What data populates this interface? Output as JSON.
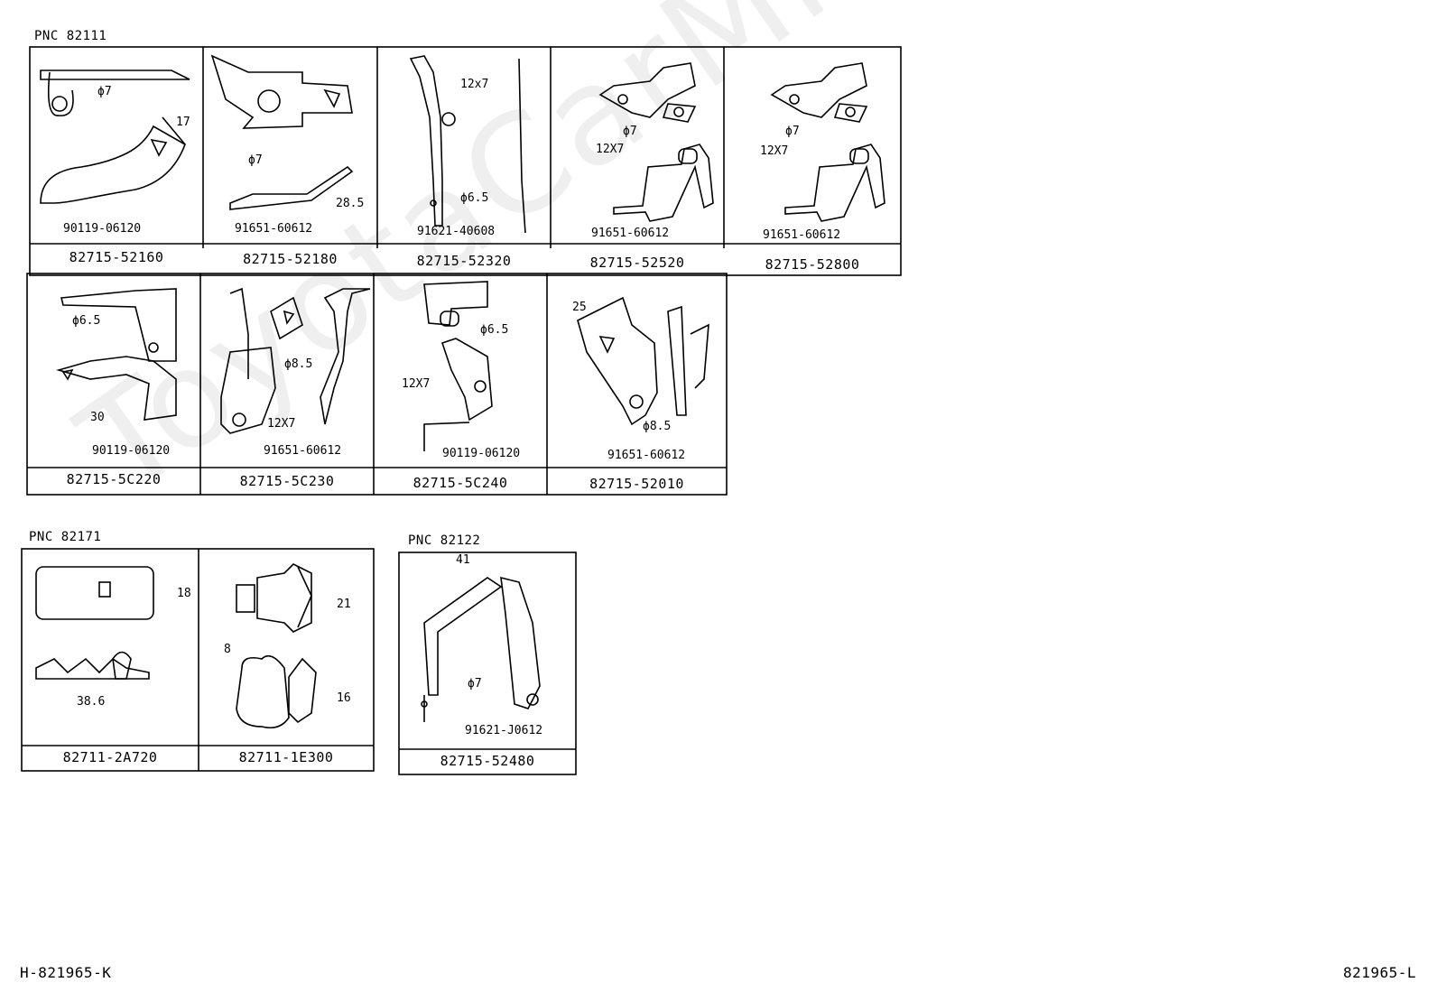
{
  "watermark": "ToyotaCarMine.ru",
  "pnc_group_1": {
    "label": "PNC 82111",
    "cells": [
      {
        "part": "82715-52160",
        "bolt": "90119-06120",
        "dims": [
          "ϕ7",
          "17"
        ]
      },
      {
        "part": "82715-52180",
        "bolt": "91651-60612",
        "dims": [
          "ϕ7",
          "28.5"
        ]
      },
      {
        "part": "82715-52320",
        "bolt": "91621-40608",
        "dims": [
          "12x7",
          "ϕ6.5"
        ]
      },
      {
        "part": "82715-52520",
        "bolt": "91651-60612",
        "dims": [
          "ϕ7",
          "12X7"
        ]
      },
      {
        "part": "82715-52800",
        "bolt": "91651-60612",
        "dims": [
          "ϕ7",
          "12X7"
        ]
      },
      {
        "part": "82715-5C220",
        "bolt": "90119-06120",
        "dims": [
          "ϕ6.5",
          "30"
        ]
      },
      {
        "part": "82715-5C230",
        "bolt": "91651-60612",
        "dims": [
          "ϕ8.5",
          "12X7"
        ]
      },
      {
        "part": "82715-5C240",
        "bolt": "90119-06120",
        "dims": [
          "ϕ6.5",
          "12X7"
        ]
      },
      {
        "part": "82715-52010",
        "bolt": "91651-60612",
        "dims": [
          "25",
          "ϕ8.5"
        ]
      }
    ]
  },
  "pnc_group_2": {
    "label": "PNC 82171",
    "cells": [
      {
        "part": "82711-2A720",
        "dims": [
          "18",
          "38.6"
        ]
      },
      {
        "part": "82711-1E300",
        "dims": [
          "21",
          "8",
          "16"
        ]
      }
    ]
  },
  "pnc_group_3": {
    "label": "PNC 82122",
    "cells": [
      {
        "part": "82715-52480",
        "bolt": "91621-J0612",
        "dims": [
          "41",
          "ϕ7"
        ]
      }
    ]
  },
  "footer": {
    "left_code": "H-821965-K",
    "right_code": "821965-L"
  }
}
